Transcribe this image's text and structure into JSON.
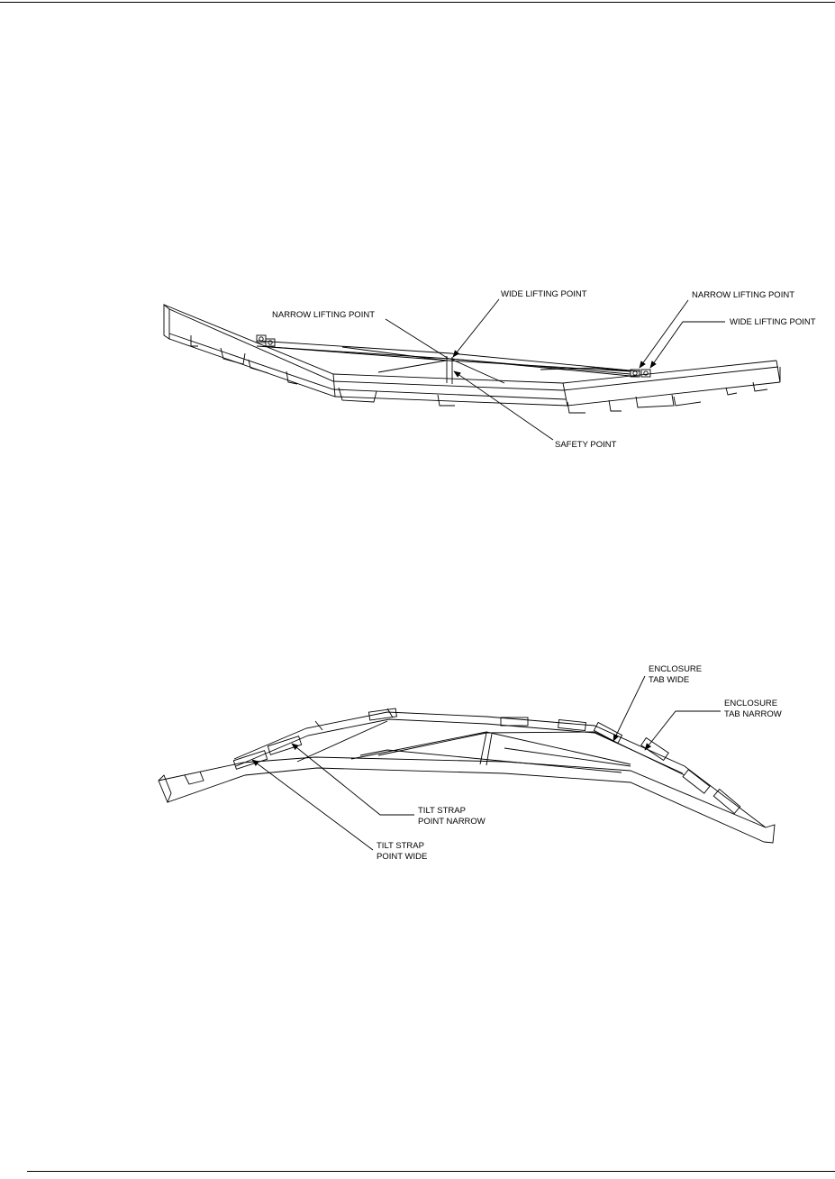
{
  "figure1": {
    "callouts": {
      "wide_lifting_point_center": "WIDE LIFTING POINT",
      "narrow_lifting_point_left": "NARROW LIFTING POINT",
      "narrow_lifting_point_right": "NARROW LIFTING POINT",
      "wide_lifting_point_right": "WIDE LIFTING POINT",
      "safety_point": "SAFETY POINT"
    }
  },
  "figure2": {
    "callouts": {
      "enclosure_tab_wide": [
        "ENCLOSURE",
        "TAB WIDE"
      ],
      "enclosure_tab_narrow": [
        "ENCLOSURE",
        "TAB NARROW"
      ],
      "tilt_strap_point_narrow": [
        "TILT STRAP",
        "POINT NARROW"
      ],
      "tilt_strap_point_wide": [
        "TILT STRAP",
        "POINT WIDE"
      ]
    }
  }
}
